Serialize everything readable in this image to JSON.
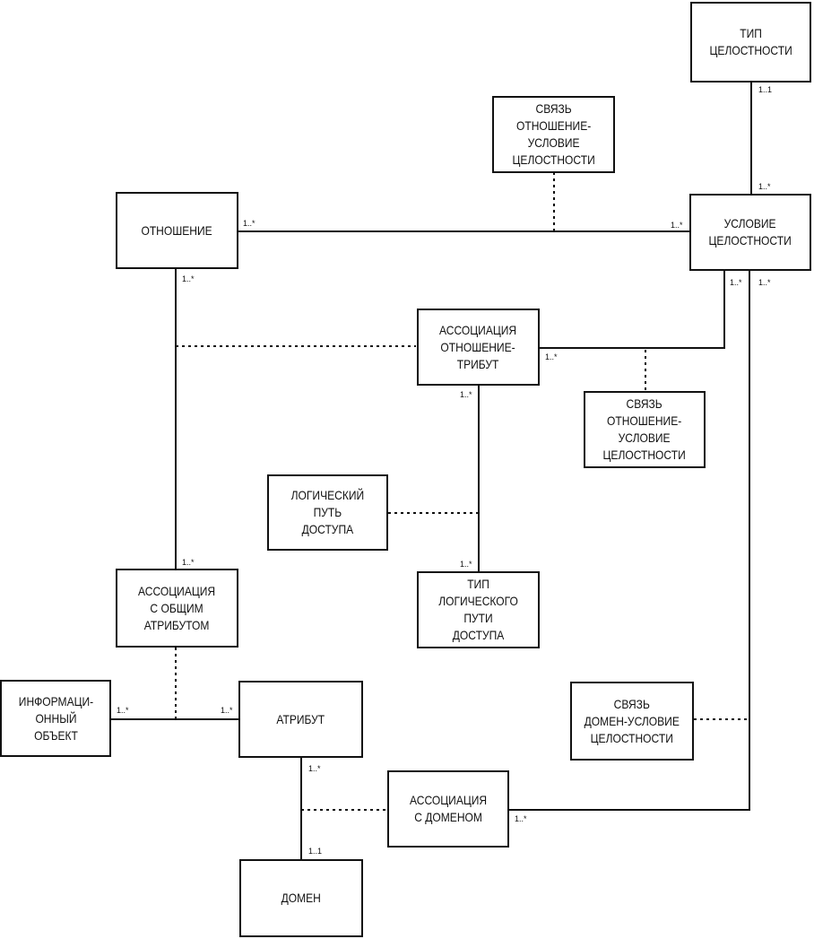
{
  "entities": {
    "integrity_type": "ТИП\nЦЕЛОСТНОСТИ",
    "relation_integrity_link_top": "СВЯЗЬ\nОТНОШЕНИЕ-\nУСЛОВИЕ\nЦЕЛОСТНОСТИ",
    "relation": "ОТНОШЕНИЕ",
    "integrity_condition": "УСЛОВИЕ\nЦЕЛОСТНОСТИ",
    "relation_attribute_association": "АССОЦИАЦИЯ\nОТНОШЕНИЕ-\nТРИБУТ",
    "relation_integrity_link_mid": "СВЯЗЬ\nОТНОШЕНИЕ-\nУСЛОВИЕ\nЦЕЛОСТНОСТИ",
    "logical_access_path": "ЛОГИЧЕСКИЙ\nПУТЬ\nДОСТУПА",
    "logical_access_path_type": "ТИП\nЛОГИЧЕСКОГО\nПУТИ\nДОСТУПА",
    "common_attribute_association": "АССОЦИАЦИЯ\nС ОБЩИМ\nАТРИБУТОМ",
    "information_object": "ИНФОРМАЦИ-\nОННЫЙ\nОБЪЕКТ",
    "attribute": "АТРИБУТ",
    "domain_integrity_link": "СВЯЗЬ\nДОМЕН-УСЛОВИЕ\nЦЕЛОСТНОСТИ",
    "domain_association": "АССОЦИАЦИЯ\nС ДОМЕНОМ",
    "domain": "ДОМЕН"
  },
  "multiplicities": {
    "type_to_condition_upper": "1..1",
    "type_to_condition_lower": "1..*",
    "relation_right": "1..*",
    "condition_left": "1..*",
    "relation_bottom": "1..*",
    "condition_bottom_left": "1..*",
    "condition_bottom_right": "1..*",
    "assoc_attr_right": "1..*",
    "assoc_attr_bottom": "1..*",
    "path_type_top": "1..*",
    "common_assoc_top": "1..*",
    "info_object_right": "1..*",
    "attribute_left": "1..*",
    "attribute_bottom": "1..*",
    "domain_top": "1..1",
    "domain_assoc_right": "1..*"
  }
}
